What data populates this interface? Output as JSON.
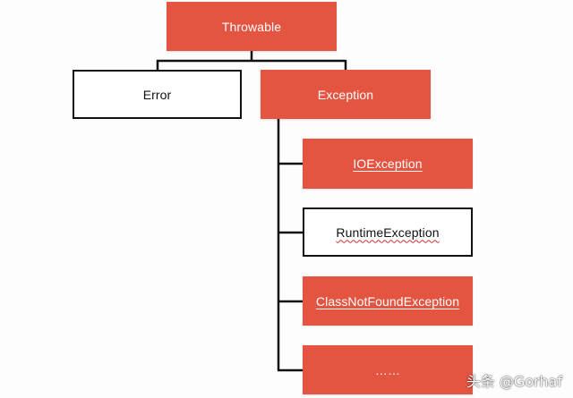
{
  "colors": {
    "node_fill": "#e35441",
    "node_text_on_red": "#ffffff",
    "outline": "#111111",
    "connector": "#111111"
  },
  "nodes": {
    "throwable": {
      "label": "Throwable"
    },
    "error": {
      "label": "Error"
    },
    "exception": {
      "label": "Exception"
    },
    "io_exception": {
      "label": "IOException"
    },
    "runtime_exception": {
      "label": "RuntimeException"
    },
    "class_not_found_exception": {
      "label": "ClassNotFoundException"
    },
    "more": {
      "label": "……"
    }
  },
  "edges": [
    {
      "from": "Throwable",
      "to": "Error"
    },
    {
      "from": "Throwable",
      "to": "Exception"
    },
    {
      "from": "Exception",
      "to": "IOException"
    },
    {
      "from": "Exception",
      "to": "RuntimeException"
    },
    {
      "from": "Exception",
      "to": "ClassNotFoundException"
    },
    {
      "from": "Exception",
      "to": "……"
    }
  ],
  "watermark": {
    "text": "头条 @Gorhaf"
  }
}
